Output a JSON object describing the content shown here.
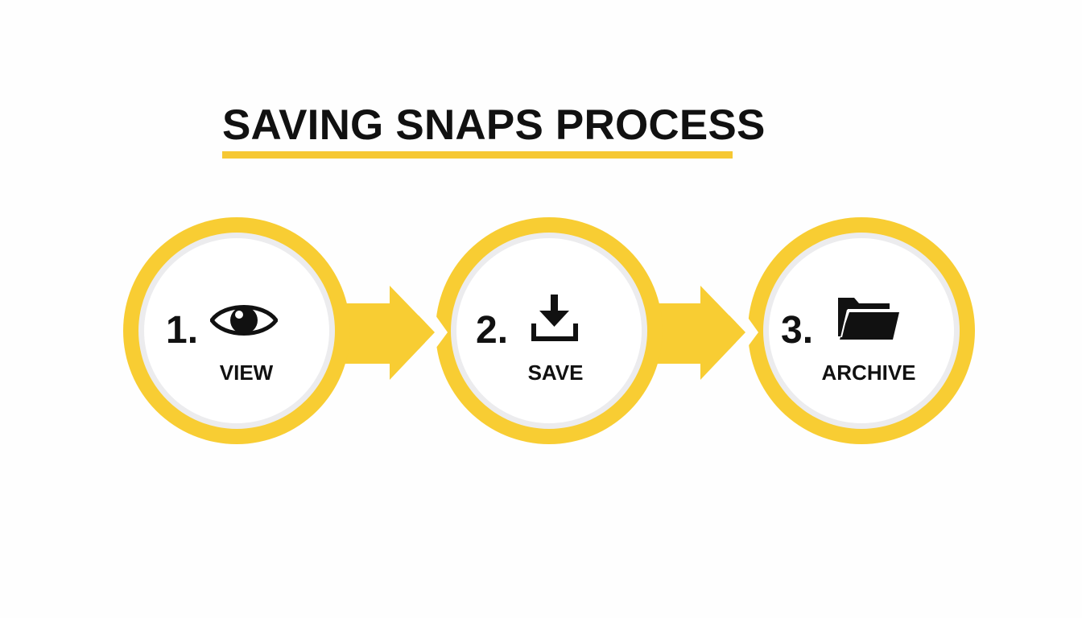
{
  "title": "SAVING SNAPS PROCESS",
  "colors": {
    "accent": "#F8CD33",
    "ring_inner": "#ECECEE",
    "text": "#111111",
    "background": "#FEFEFE"
  },
  "steps": [
    {
      "number": "1.",
      "label": "VIEW",
      "icon": "eye-icon"
    },
    {
      "number": "2.",
      "label": "SAVE",
      "icon": "download-icon"
    },
    {
      "number": "3.",
      "label": "ARCHIVE",
      "icon": "folder-icon"
    }
  ],
  "connectors": [
    {
      "from": 1,
      "to": 2,
      "icon": "arrow-right-icon"
    },
    {
      "from": 2,
      "to": 3,
      "icon": "arrow-right-icon"
    }
  ]
}
